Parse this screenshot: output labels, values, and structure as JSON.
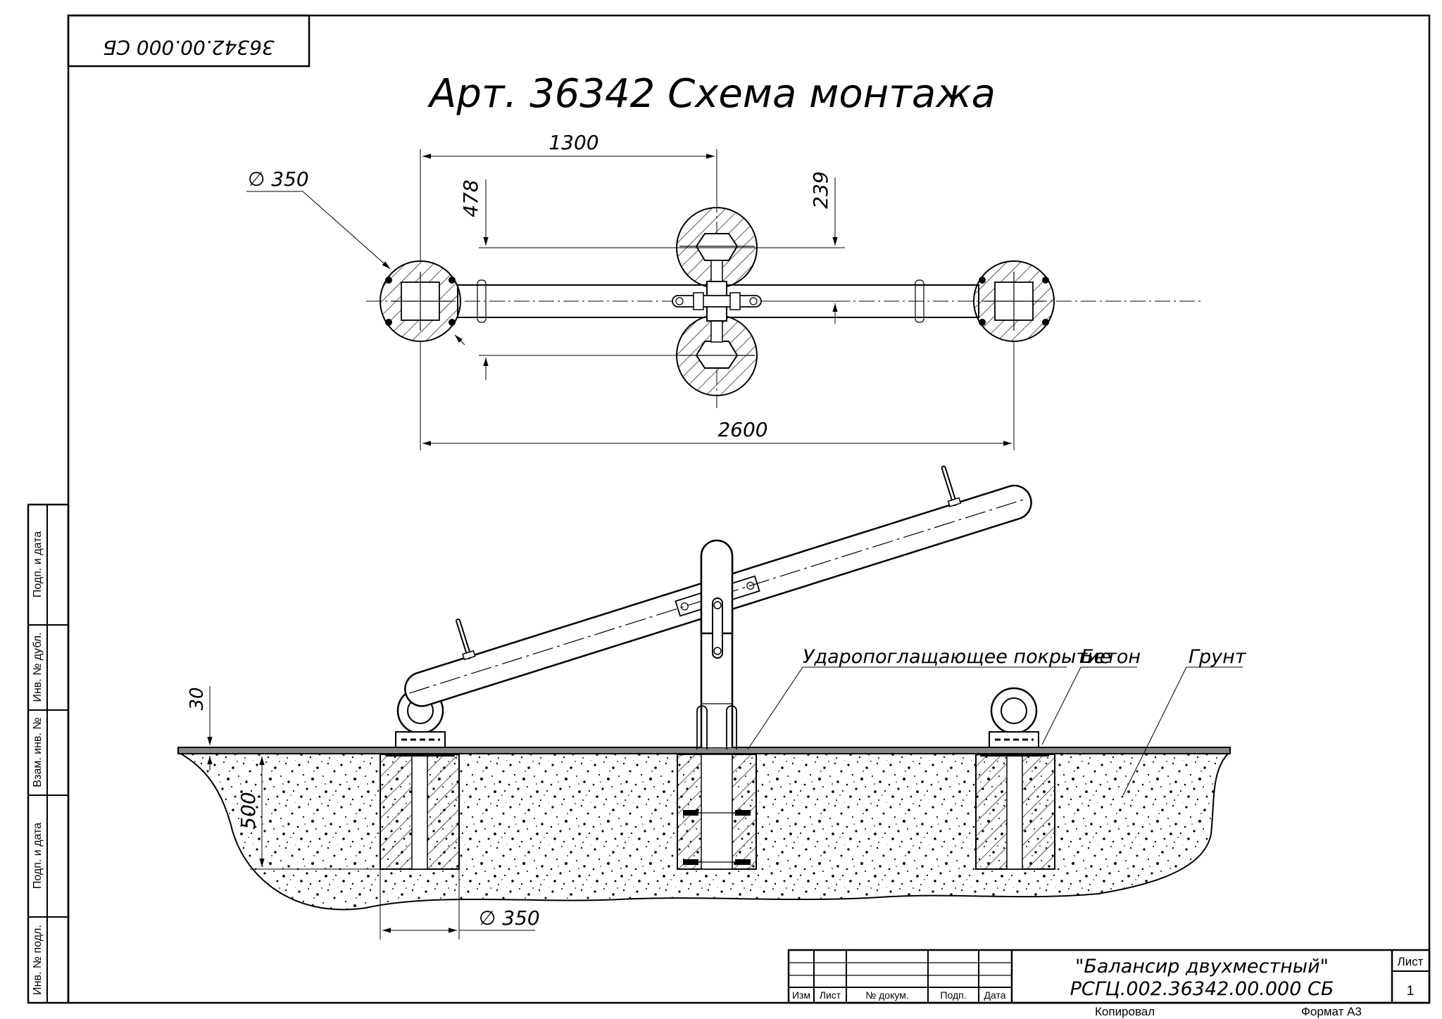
{
  "sheet": {
    "code_rotated": "36342.00.000 СБ",
    "title": "Арт. 36342 Схема монтажа"
  },
  "dimensions": {
    "pitch": "1300",
    "seat_offset": "478",
    "support_offset": "239",
    "diameter_top": "∅ 350",
    "total_length": "2600",
    "cover_thickness": "30",
    "depth": "500",
    "diameter_bottom": "∅ 350"
  },
  "callouts": {
    "cover": "Ударопоглащающее покрытие",
    "concrete": "Бетон",
    "ground": "Грунт"
  },
  "side_stamp": {
    "cells": [
      "Подп. и дата",
      "Инв. № дубл.",
      "Взам. инв. №",
      "Подп. и дата",
      "Инв. № подл."
    ]
  },
  "title_block": {
    "headers": [
      "Изм",
      "Лист",
      "№ докум.",
      "Подп.",
      "Дата"
    ],
    "name": "\"Балансир двухместный\"",
    "designation": "РСГЦ.002.36342.00.000 СБ",
    "sheet_label": "Лист",
    "sheet_number": "1",
    "copied": "Копировал",
    "format": "Формат А3"
  }
}
